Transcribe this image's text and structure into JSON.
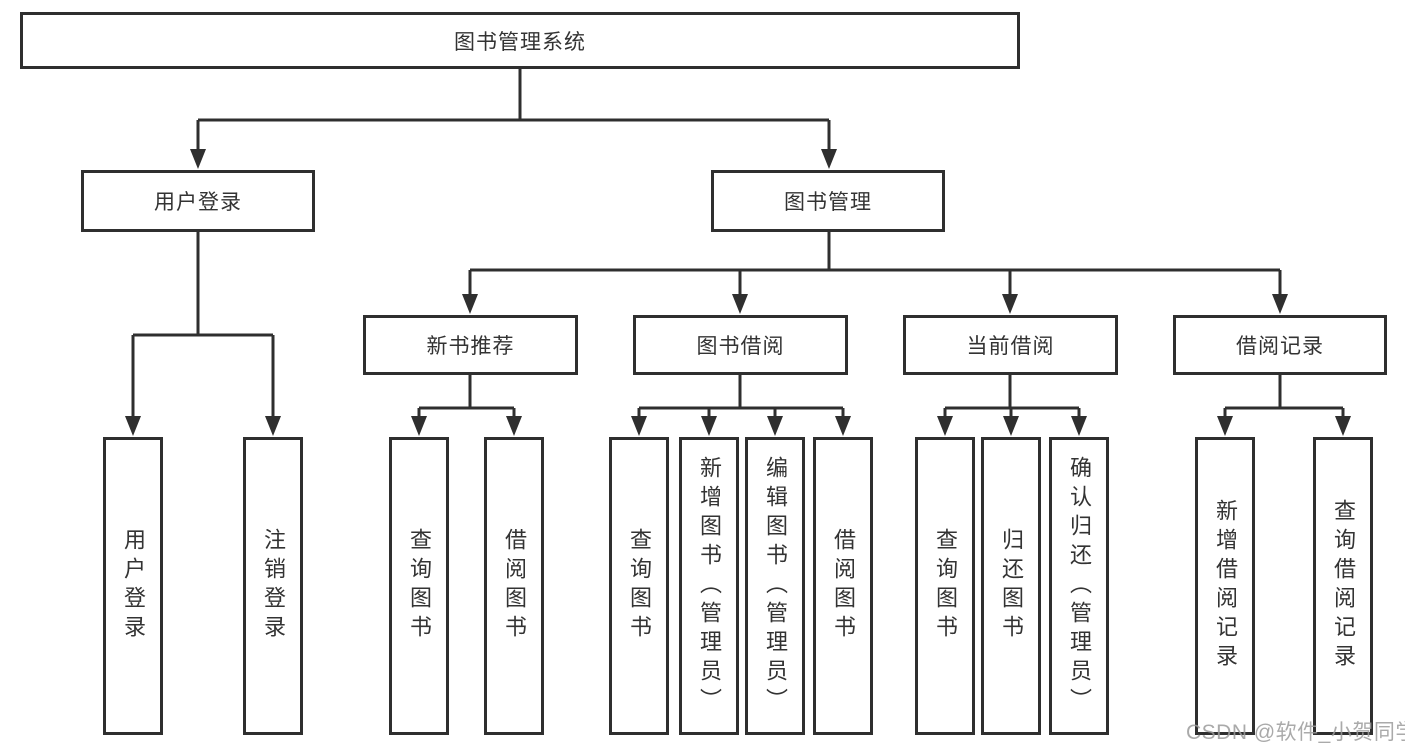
{
  "nodes": {
    "root": "图书管理系统",
    "user_login": "用户登录",
    "book_mgmt": "图书管理",
    "new_book_rec": "新书推荐",
    "book_borrow": "图书借阅",
    "current_borrow": "当前借阅",
    "borrow_records": "借阅记录"
  },
  "leaves": {
    "user_login": "用户登录",
    "logout": "注销登录",
    "nb_query": "查询图书",
    "nb_borrow": "借阅图书",
    "bb_query": "查询图书",
    "bb_add": "新增图书（管理员）",
    "bb_edit": "编辑图书（管理员）",
    "bb_borrow": "借阅图书",
    "cb_query": "查询图书",
    "cb_return": "归还图书",
    "cb_confirm": "确认归还（管理员）",
    "br_add": "新增借阅记录",
    "br_query": "查询借阅记录"
  },
  "watermark": "CSDN @软件_小贺同学",
  "colors": {
    "line": "#2f2f2f",
    "text": "#333333",
    "background": "#ffffff",
    "watermark": "#9c9c9c"
  }
}
